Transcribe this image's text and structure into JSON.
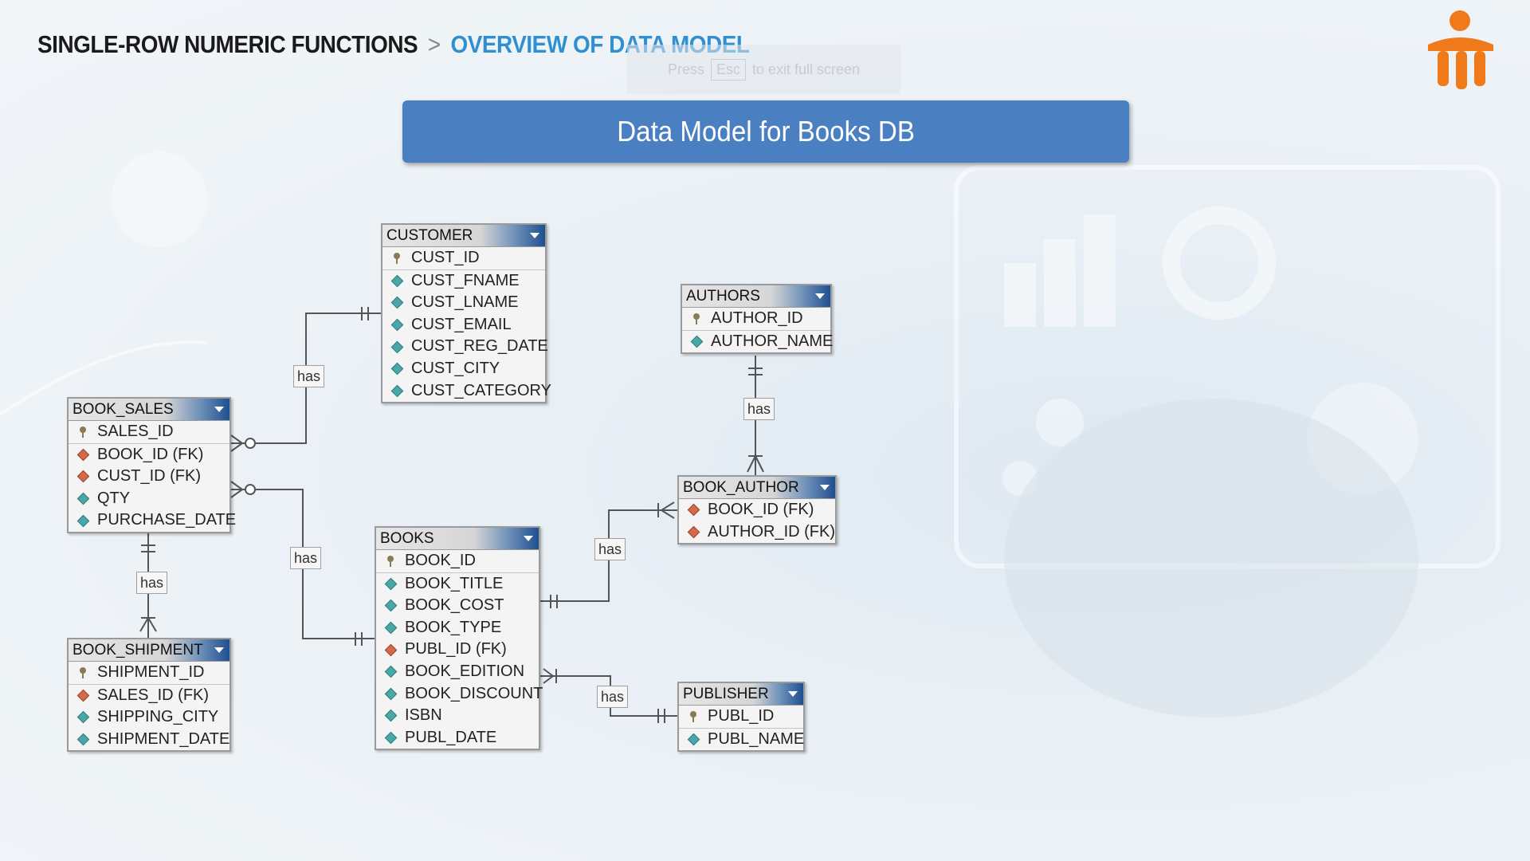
{
  "breadcrumb": {
    "section": "SINGLE-ROW NUMERIC FUNCTIONS",
    "separator": ">",
    "topic": "OVERVIEW OF DATA MODEL"
  },
  "fullscreen_hint": {
    "press": "Press",
    "key": "Esc",
    "rest": "to exit full screen"
  },
  "title": "Data Model for Books DB",
  "colors": {
    "banner": "#4a80c2",
    "topic": "#2f8fd1",
    "logo": "#f07a1a",
    "pk_icon": "#8a7a55",
    "attr_icon": "#4aa7a8",
    "fk_icon": "#d46a4a"
  },
  "entities": {
    "customer": {
      "name": "CUSTOMER",
      "fields": [
        {
          "text": "CUST_ID",
          "kind": "pk"
        },
        {
          "text": "CUST_FNAME",
          "kind": "attr"
        },
        {
          "text": "CUST_LNAME",
          "kind": "attr"
        },
        {
          "text": "CUST_EMAIL",
          "kind": "attr"
        },
        {
          "text": "CUST_REG_DATE",
          "kind": "attr"
        },
        {
          "text": "CUST_CITY",
          "kind": "attr"
        },
        {
          "text": "CUST_CATEGORY",
          "kind": "attr"
        }
      ]
    },
    "authors": {
      "name": "AUTHORS",
      "fields": [
        {
          "text": "AUTHOR_ID",
          "kind": "pk"
        },
        {
          "text": "AUTHOR_NAME",
          "kind": "attr"
        }
      ]
    },
    "book_sales": {
      "name": "BOOK_SALES",
      "fields": [
        {
          "text": "SALES_ID",
          "kind": "pk"
        },
        {
          "text": "BOOK_ID (FK)",
          "kind": "fk"
        },
        {
          "text": "CUST_ID (FK)",
          "kind": "fk"
        },
        {
          "text": "QTY",
          "kind": "attr"
        },
        {
          "text": "PURCHASE_DATE",
          "kind": "attr"
        }
      ]
    },
    "book_author": {
      "name": "BOOK_AUTHOR",
      "fields": [
        {
          "text": "BOOK_ID (FK)",
          "kind": "fk"
        },
        {
          "text": "AUTHOR_ID (FK)",
          "kind": "fk"
        }
      ]
    },
    "books": {
      "name": "BOOKS",
      "fields": [
        {
          "text": "BOOK_ID",
          "kind": "pk"
        },
        {
          "text": "BOOK_TITLE",
          "kind": "attr"
        },
        {
          "text": "BOOK_COST",
          "kind": "attr"
        },
        {
          "text": "BOOK_TYPE",
          "kind": "attr"
        },
        {
          "text": "PUBL_ID (FK)",
          "kind": "fk"
        },
        {
          "text": "BOOK_EDITION",
          "kind": "attr"
        },
        {
          "text": "BOOK_DISCOUNT",
          "kind": "attr"
        },
        {
          "text": "ISBN",
          "kind": "attr"
        },
        {
          "text": "PUBL_DATE",
          "kind": "attr"
        }
      ]
    },
    "book_shipment": {
      "name": "BOOK_SHIPMENT",
      "fields": [
        {
          "text": "SHIPMENT_ID",
          "kind": "pk"
        },
        {
          "text": "SALES_ID (FK)",
          "kind": "fk"
        },
        {
          "text": "SHIPPING_CITY",
          "kind": "attr"
        },
        {
          "text": "SHIPMENT_DATE",
          "kind": "attr"
        }
      ]
    },
    "publisher": {
      "name": "PUBLISHER",
      "fields": [
        {
          "text": "PUBL_ID",
          "kind": "pk"
        },
        {
          "text": "PUBL_NAME",
          "kind": "attr"
        }
      ]
    }
  },
  "relationships": [
    {
      "id": "customer_sales",
      "label": "has",
      "from": "CUSTOMER",
      "to": "BOOK_SALES"
    },
    {
      "id": "authors_bookauthor",
      "label": "has",
      "from": "AUTHORS",
      "to": "BOOK_AUTHOR"
    },
    {
      "id": "books_sales",
      "label": "has",
      "from": "BOOKS",
      "to": "BOOK_SALES"
    },
    {
      "id": "sales_shipment",
      "label": "has",
      "from": "BOOK_SALES",
      "to": "BOOK_SHIPMENT"
    },
    {
      "id": "books_bookauthor",
      "label": "has",
      "from": "BOOKS",
      "to": "BOOK_AUTHOR"
    },
    {
      "id": "publisher_books",
      "label": "has",
      "from": "PUBLISHER",
      "to": "BOOKS"
    }
  ]
}
